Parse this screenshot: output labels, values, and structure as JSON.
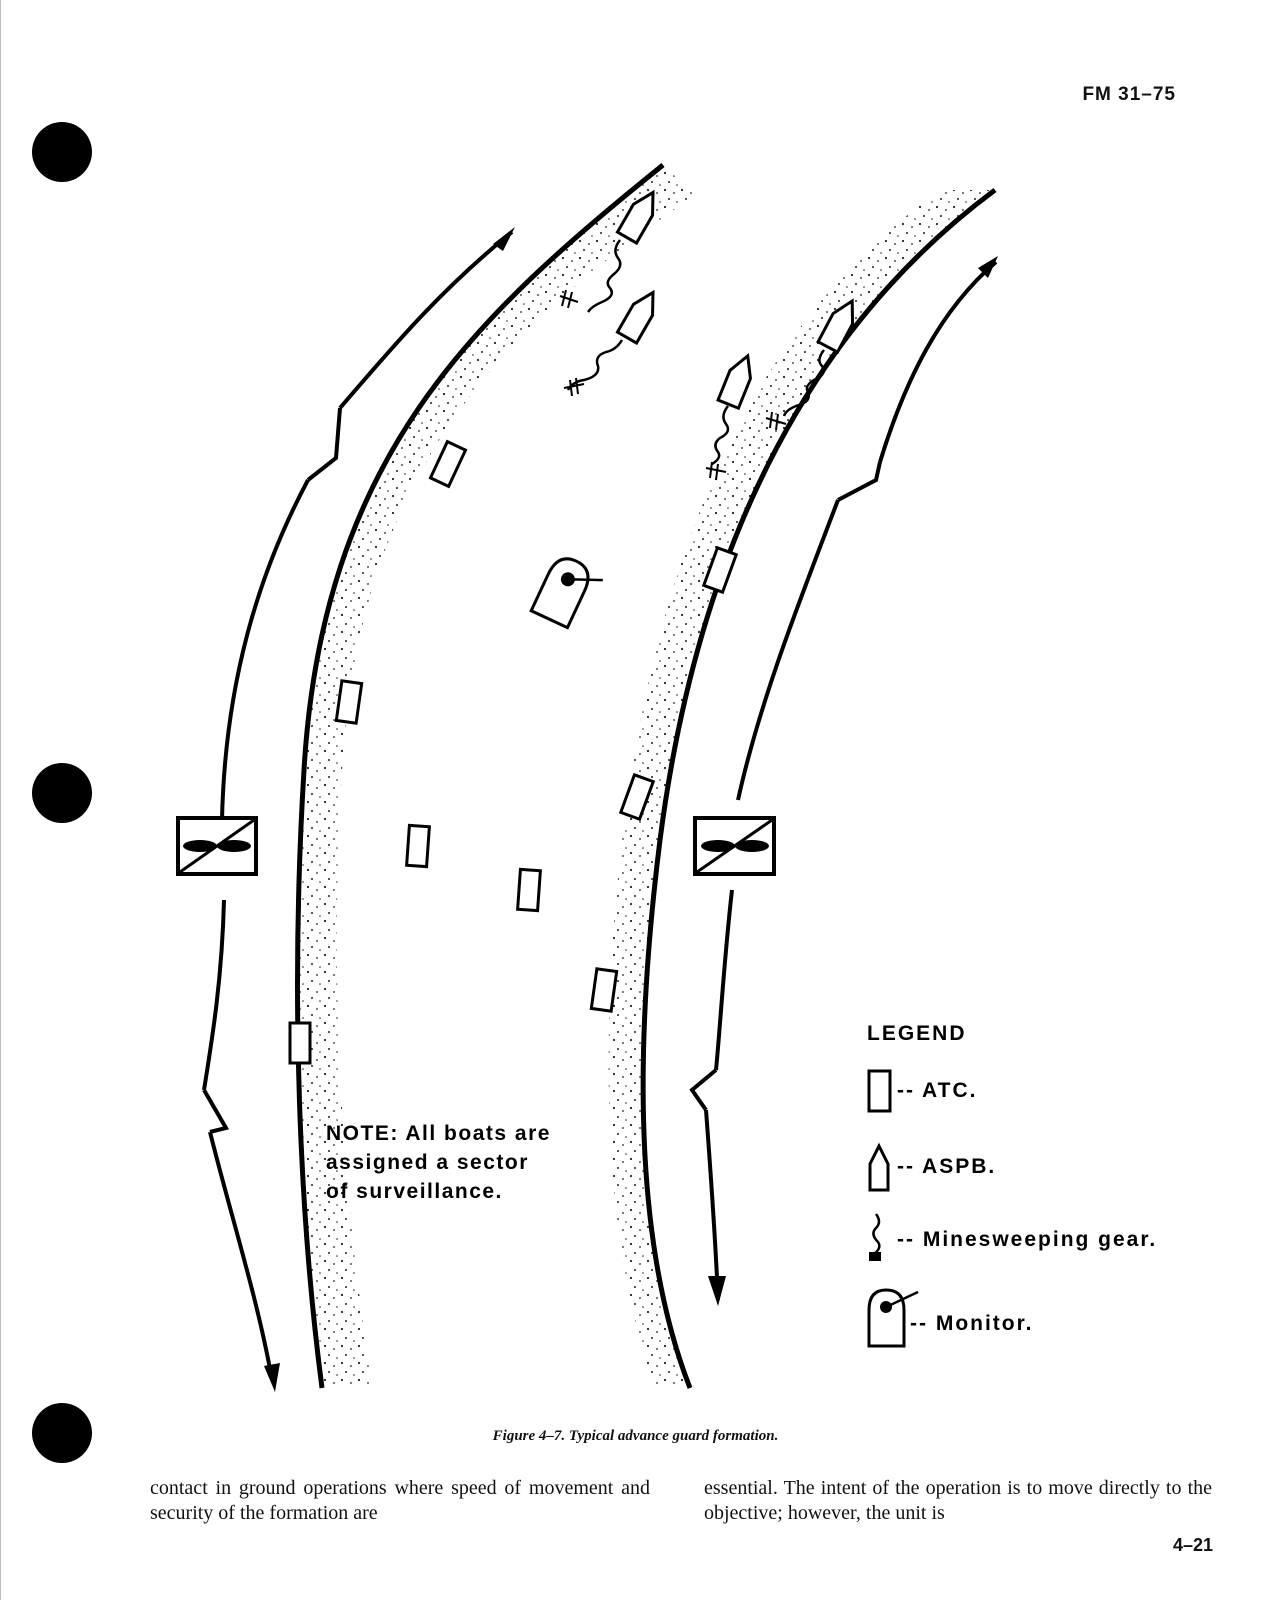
{
  "header": {
    "doc_id": "FM 31–75"
  },
  "figure": {
    "note": [
      "NOTE: All boats are",
      "assigned a sector",
      "of surveillance."
    ],
    "legend": {
      "title": "LEGEND",
      "items": [
        {
          "symbol": "atc-icon",
          "label": "-- ATC."
        },
        {
          "symbol": "aspb-icon",
          "label": "-- ASPB."
        },
        {
          "symbol": "minesweeping-gear-icon",
          "label": "-- Minesweeping gear."
        },
        {
          "symbol": "monitor-icon",
          "label": "-- Monitor."
        }
      ]
    }
  },
  "caption": "Figure 4–7. Typical advance guard formation.",
  "body": {
    "left_column": "contact in ground operations where speed of movement and security of the formation are",
    "right_column": "essential. The intent of the operation is to move directly to the objective; however, the unit is"
  },
  "page_number": "4–21"
}
